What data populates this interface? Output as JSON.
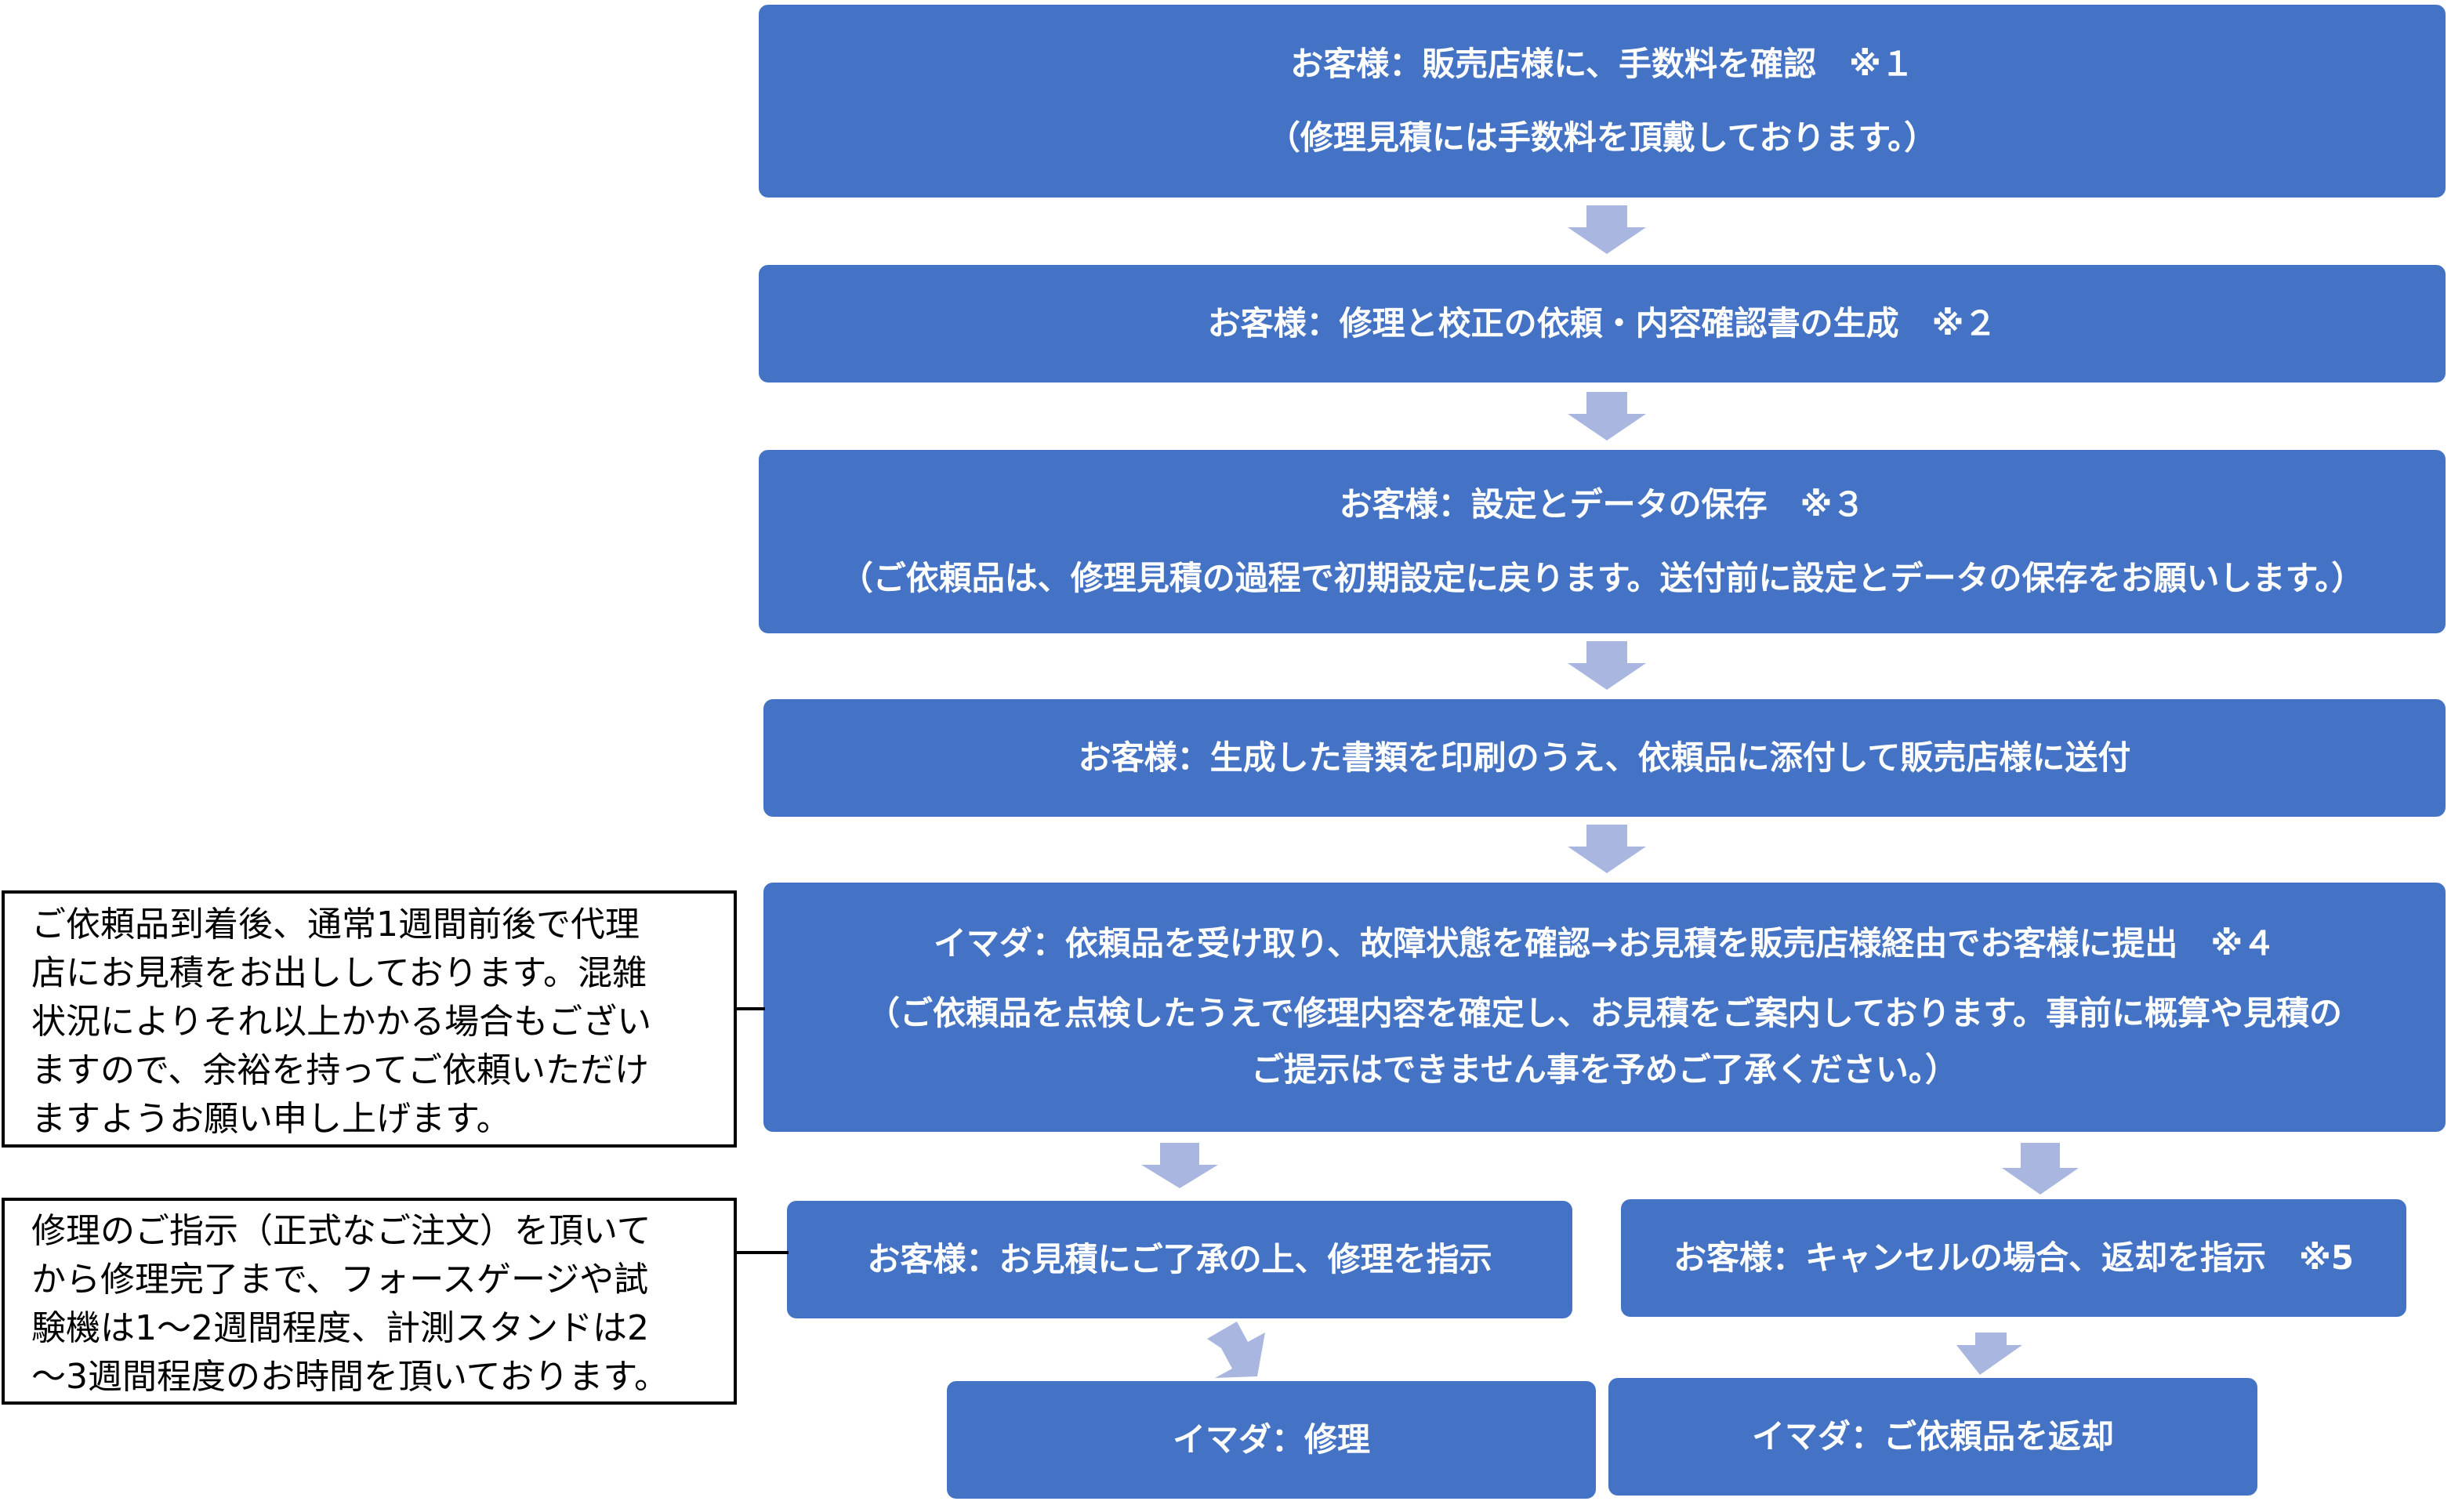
{
  "diagram": {
    "colors": {
      "box": "#4472c4",
      "box_text": "#ffffff",
      "arrow": "#a9b7e0",
      "note_border": "#000000"
    },
    "steps": [
      {
        "lines": [
          "お客様：販売店様に、手数料を確認　※１",
          "（修理見積には手数料を頂戴しております。）"
        ]
      },
      {
        "lines": [
          "お客様：修理と校正の依頼・内容確認書の生成　※２"
        ]
      },
      {
        "lines": [
          "お客様：設定とデータの保存　※３",
          "（ご依頼品は、修理見積の過程で初期設定に戻ります。送付前に設定とデータの保存をお願いします。）"
        ]
      },
      {
        "lines": [
          "お客様：生成した書類を印刷のうえ、依頼品に添付して販売店様に送付"
        ]
      },
      {
        "lines": [
          "イマダ：依頼品を受け取り、故障状態を確認→お見積を販売店様経由でお客様に提出　※４",
          "（ご依頼品を点検したうえで修理内容を確定し、お見積をご案内しております。事前に概算や見積の",
          "ご提示はできません事を予めご了承ください。）"
        ]
      }
    ],
    "branch_left": {
      "instruct": "お客様：お見積にご了承の上、修理を指示",
      "result": "イマダ：修理"
    },
    "branch_right": {
      "instruct": "お客様：キャンセルの場合、返却を指示　※5",
      "result": "イマダ：ご依頼品を返却"
    },
    "notes": [
      {
        "lines": [
          "ご依頼品到着後、通常1週間前後で代理",
          "店にお見積をお出ししております。混雑",
          "状況によりそれ以上かかる場合もござい",
          "ますので、余裕を持ってご依頼いただけ",
          "ますようお願い申し上げます。"
        ]
      },
      {
        "lines": [
          "修理のご指示（正式なご注文）を頂いて",
          "から修理完了まで、フォースゲージや試",
          "験機は1～2週間程度、計測スタンドは2",
          "～3週間程度のお時間を頂いております。"
        ]
      }
    ]
  }
}
